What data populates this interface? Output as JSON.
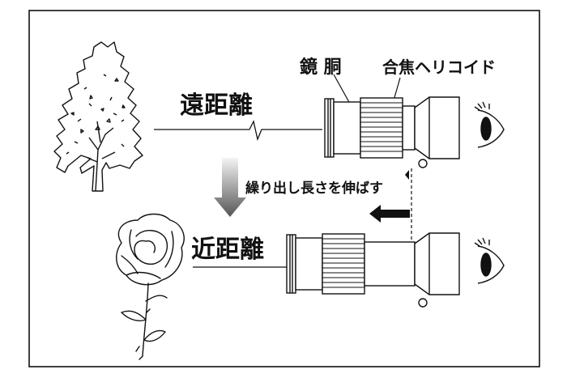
{
  "labels": {
    "barrel": "鏡 胴",
    "focus_helicoid": "合焦ヘリコイド",
    "far_distance": "遠距離",
    "near_distance": "近距離",
    "extend_length": "繰り出し長さを伸ばす"
  },
  "icons": {
    "tree": "tree-icon",
    "rose": "rose-icon",
    "eye_far": "eye-icon",
    "eye_near": "eye-icon",
    "down_arrow": "down-arrow-icon",
    "left_arrow": "left-arrow-icon"
  },
  "colors": {
    "line": "#111111",
    "arrow_gray": "#6e6e6e",
    "background": "#ffffff"
  }
}
